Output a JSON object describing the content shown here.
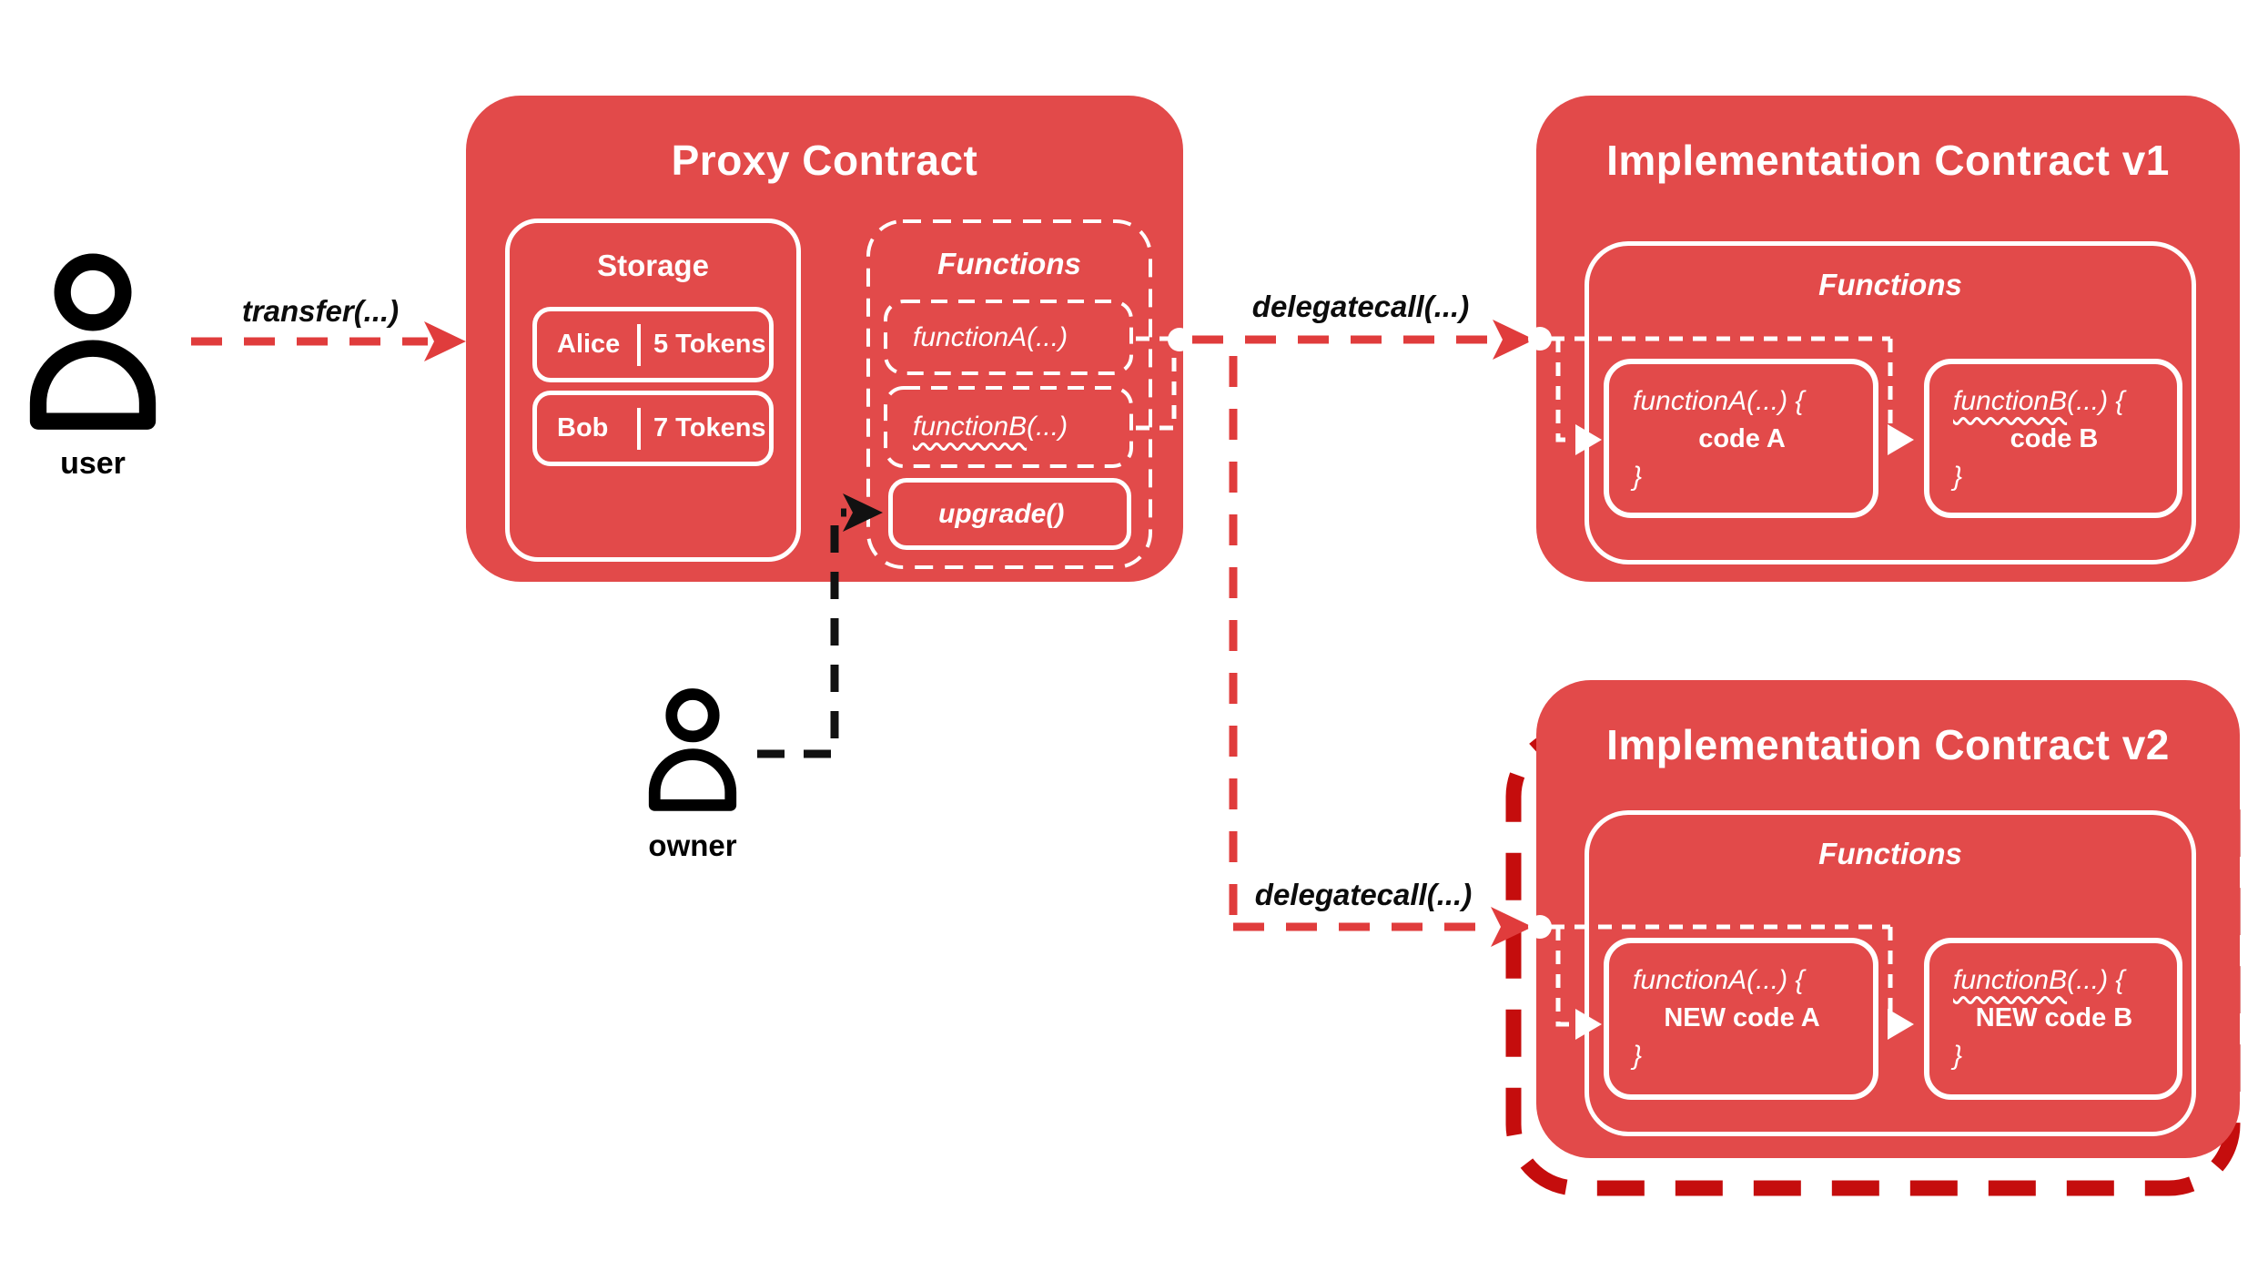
{
  "colors": {
    "box_red": "#e24a4a",
    "arrow_red": "#e03c3c",
    "ghost_red": "#c50d0d",
    "line_black": "#111111",
    "white": "#ffffff"
  },
  "labels": {
    "user": "user",
    "owner": "owner",
    "transfer": "transfer(...)",
    "delegatecall_top": "delegatecall(...)",
    "delegatecall_bottom": "delegatecall(...)"
  },
  "proxy": {
    "title": "Proxy Contract",
    "storage": {
      "title": "Storage",
      "rows": [
        {
          "name": "Alice",
          "value": "5 Tokens"
        },
        {
          "name": "Bob",
          "value": "7 Tokens"
        }
      ]
    },
    "functions": {
      "title": "Functions",
      "function_a": {
        "name": "functionA",
        "args": "(...)"
      },
      "function_b": {
        "name": "functionB",
        "args": "(...)"
      },
      "upgrade": "upgrade()"
    }
  },
  "impl_v1": {
    "title": "Implementation Contract v1",
    "functions_title": "Functions",
    "function_a": {
      "signature": "functionA(...) {",
      "body": "code A",
      "close": "}"
    },
    "function_b": {
      "name": "functionB",
      "args": "(...) {",
      "body": "code B",
      "close": "}"
    }
  },
  "impl_v2": {
    "title": "Implementation Contract v2",
    "functions_title": "Functions",
    "function_a": {
      "signature": "functionA(...) {",
      "body": "NEW code A",
      "close": "}"
    },
    "function_b": {
      "name": "functionB",
      "args": "(...) {",
      "body": "NEW code B",
      "close": "}"
    }
  }
}
